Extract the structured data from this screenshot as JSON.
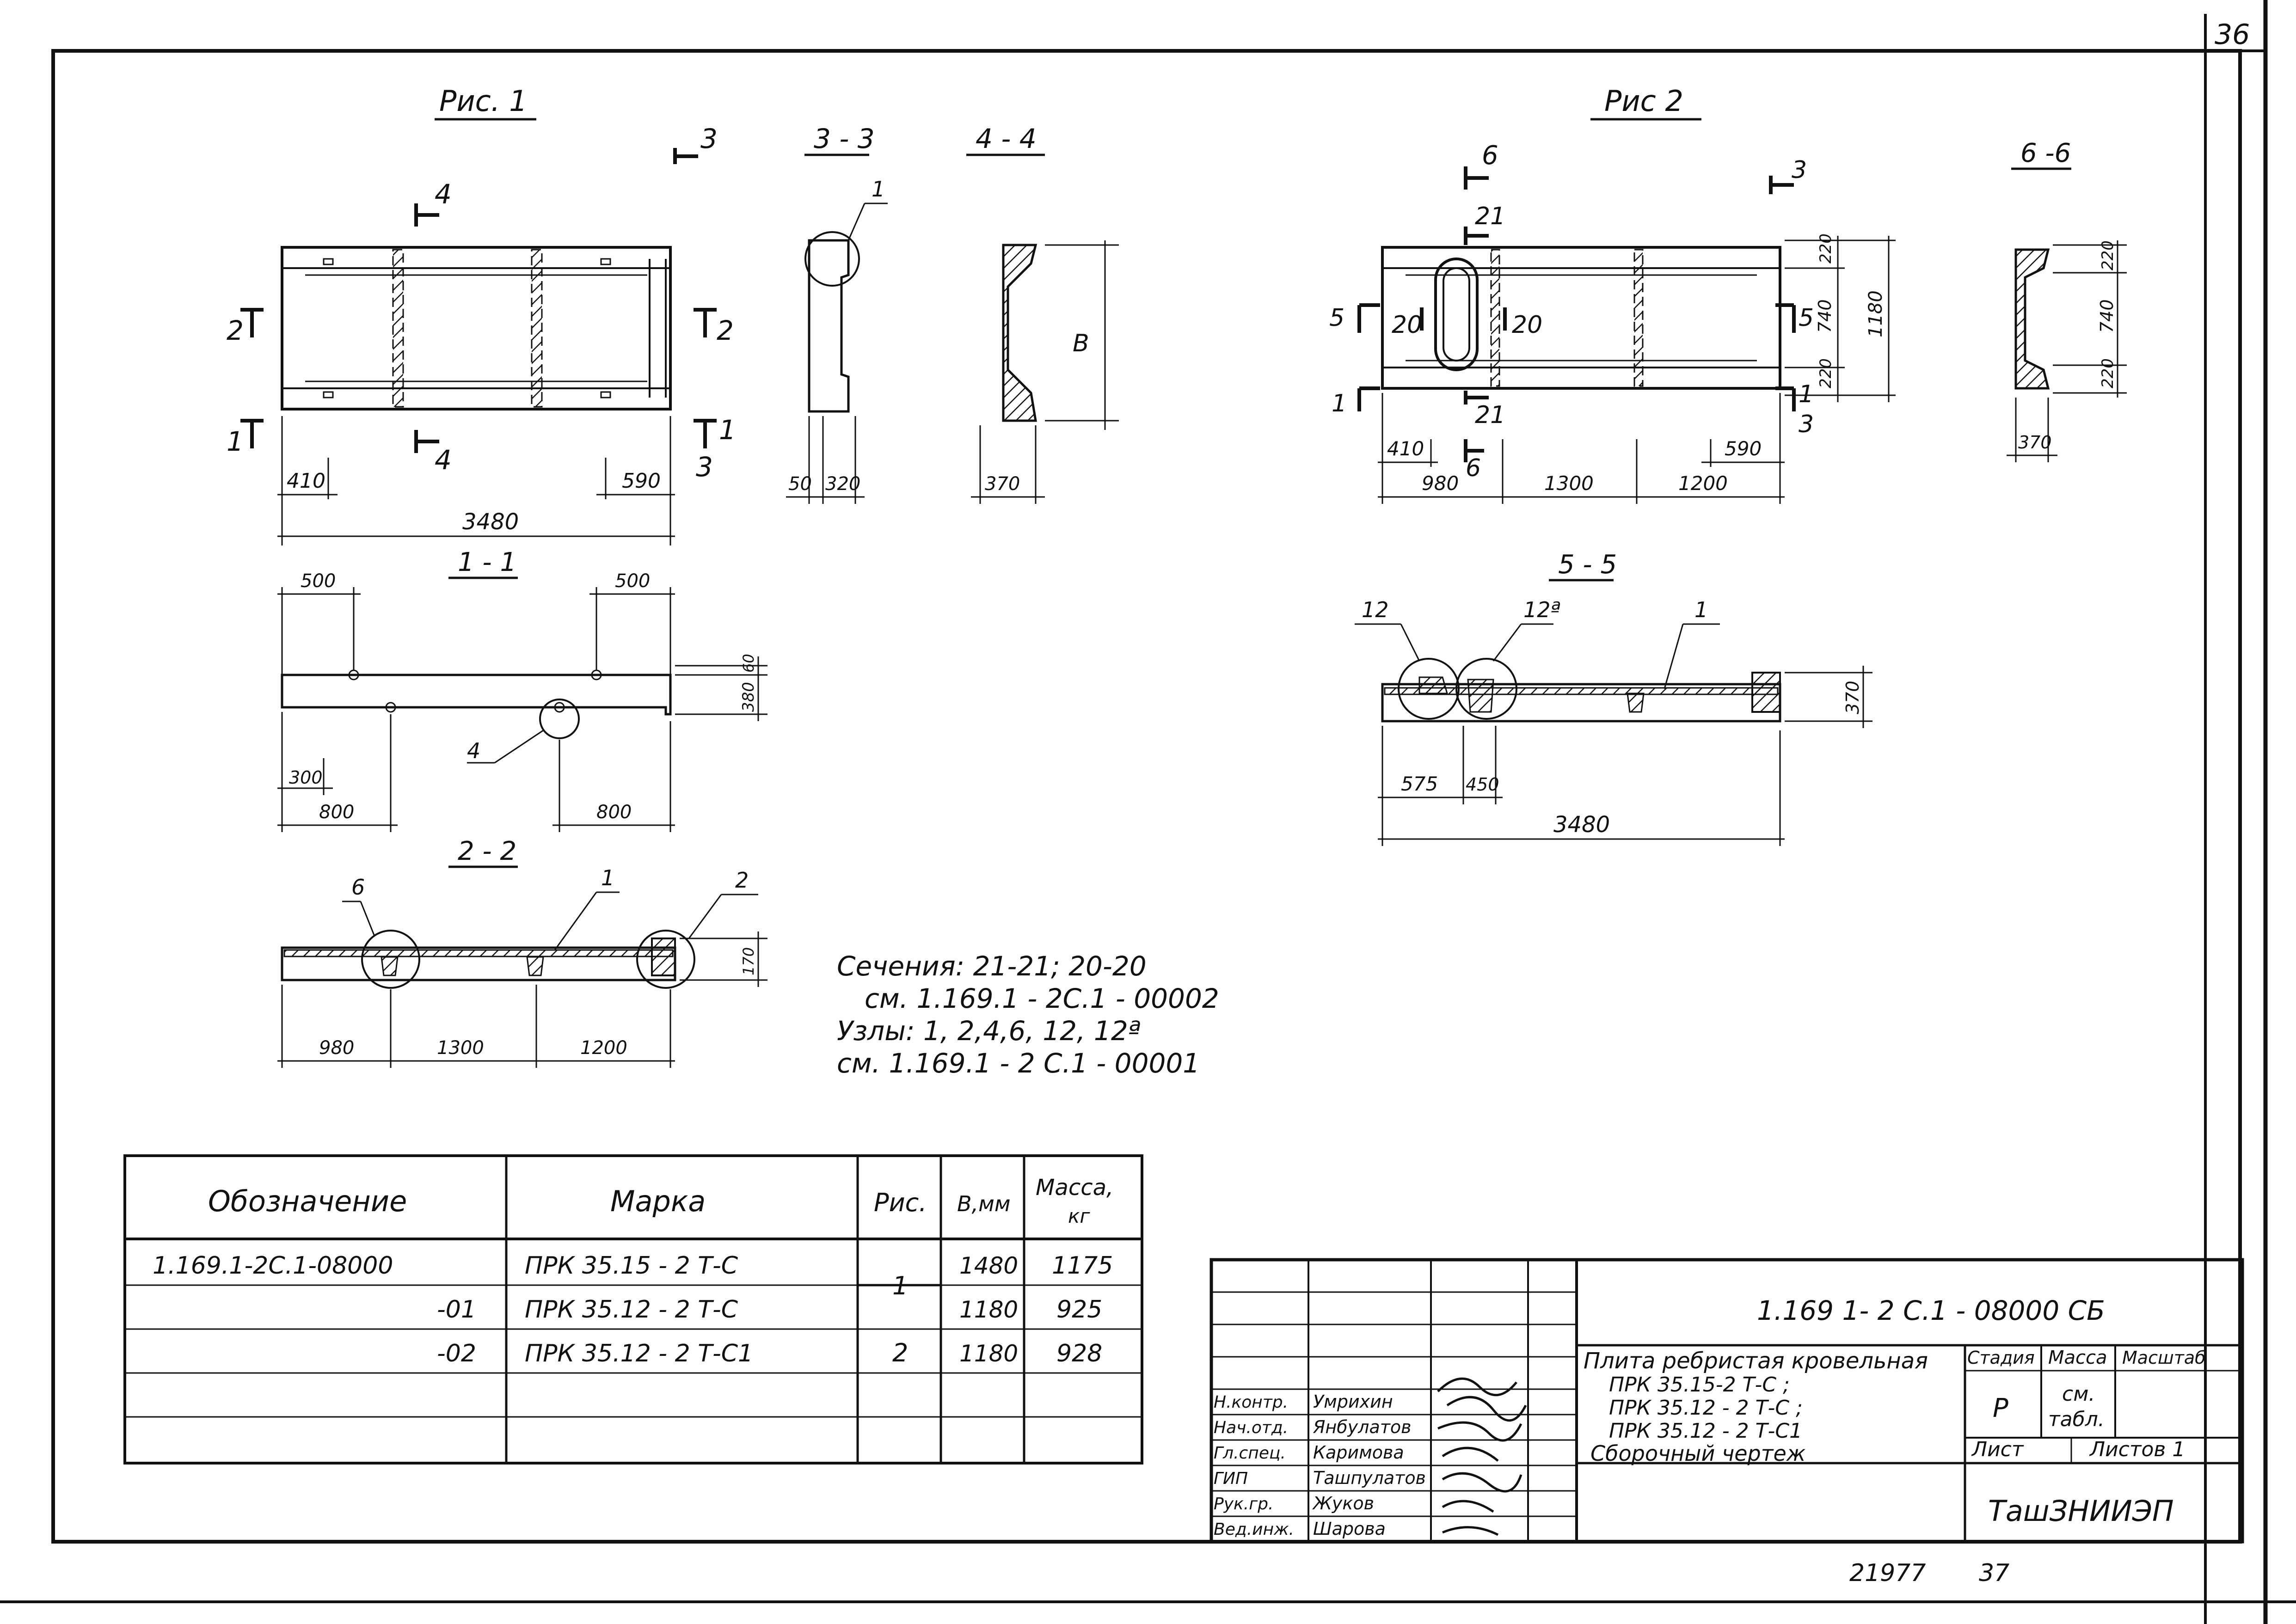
{
  "sheet": {
    "corner_number": "36",
    "footer_left": "21977",
    "footer_right": "37"
  },
  "fig1": {
    "title": "Рис. 1",
    "cut3": "3",
    "cut4": "4",
    "cut2": "2",
    "cut1": "1",
    "dims": {
      "d410": "410",
      "d590": "590",
      "d3480": "3480"
    }
  },
  "sec33": {
    "title": "3 - 3",
    "callout": "1",
    "d50": "50",
    "d320": "320"
  },
  "sec44": {
    "title": "4 - 4",
    "dim_b": "В",
    "d370": "370"
  },
  "fig2": {
    "title": "Рис 2",
    "cut6": "6",
    "cut21": "21",
    "cut20": "20",
    "cut5": "5",
    "cut3": "3",
    "cut1": "1",
    "dims": {
      "d410": "410",
      "d980": "980",
      "d1300": "1300",
      "d1200": "1200",
      "d590": "590",
      "d220a": "220",
      "d740": "740",
      "d220b": "220",
      "d1180": "1180"
    }
  },
  "sec66": {
    "title": "6 -6",
    "d220a": "220",
    "d740": "740",
    "d220b": "220",
    "d370": "370"
  },
  "sec11": {
    "title": "1 - 1",
    "d500a": "500",
    "d500b": "500",
    "d60": "60",
    "d380": "380",
    "d300": "300",
    "d800a": "800",
    "d800b": "800",
    "callout": "4"
  },
  "sec22": {
    "title": "2 - 2",
    "c6": "6",
    "c1": "1",
    "c2": "2",
    "d170": "170",
    "d980": "980",
    "d1300": "1300",
    "d1200": "1200"
  },
  "sec55": {
    "title": "5 - 5",
    "c12": "12",
    "c12a": "12ª",
    "c1": "1",
    "d370": "370",
    "d575": "575",
    "d450": "450",
    "d3480": "3480"
  },
  "notes": [
    "Сечения: 21-21; 20-20",
    "см. 1.169.1 - 2С.1 - 00002",
    "Узлы: 1, 2,4,6, 12, 12ª",
    "см. 1.169.1 - 2 С.1 - 00001"
  ],
  "spec_table": {
    "headers": [
      "Обозначение",
      "Марка",
      "Рис.",
      "В,мм",
      "Масса, кг"
    ],
    "rows": [
      {
        "designation": "1.169.1-2С.1-08000",
        "mark": "ПРК 35.15 - 2 Т-С",
        "fig": "1",
        "b": "1480",
        "mass": "1175"
      },
      {
        "designation": "-01",
        "mark": "ПРК 35.12 - 2 Т-С",
        "fig": "",
        "b": "1180",
        "mass": "925"
      },
      {
        "designation": "-02",
        "mark": "ПРК 35.12 - 2 Т-С1",
        "fig": "2",
        "b": "1180",
        "mass": "928"
      }
    ]
  },
  "title_block": {
    "code": "1.169 1- 2 С.1 - 08000 СБ",
    "name_lines": [
      "Плита ребристая кровельная",
      "ПРК 35.15-2 Т-С ;",
      "ПРК 35.12 - 2 Т-С ;",
      "ПРК 35.12 - 2 Т-С1",
      "Сборочный  чертеж"
    ],
    "stage_label": "Стадия",
    "mass_label": "Масса",
    "scale_label": "Масштаб",
    "stage": "Р",
    "mass": "см. табл.",
    "sheet_label": "Лист",
    "sheets_label": "Листов 1",
    "org": "ТашЗНИИЭП",
    "staff": [
      {
        "role": "Н.контр.",
        "name": "Умрихин"
      },
      {
        "role": "Нач.отд.",
        "name": "Янбулатов"
      },
      {
        "role": "Гл.спец.",
        "name": "Каримова"
      },
      {
        "role": "ГИП",
        "name": "Ташпулатов"
      },
      {
        "role": "Рук.гр.",
        "name": "Жуков"
      },
      {
        "role": "Вед.инж.",
        "name": "Шарова"
      }
    ]
  }
}
